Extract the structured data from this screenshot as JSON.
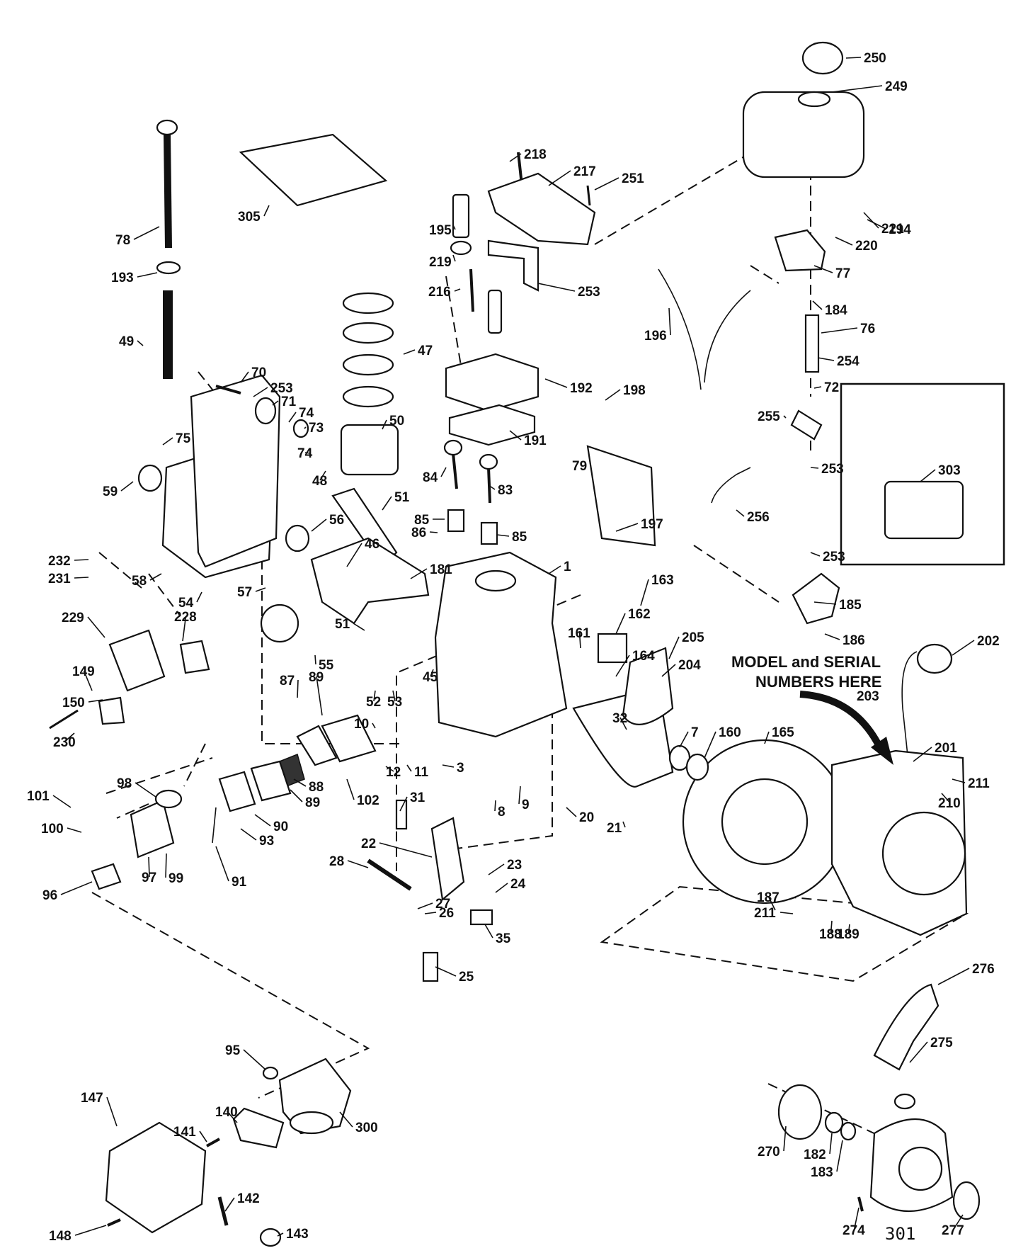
{
  "banner": {
    "line1": "MODEL and SERIAL",
    "line2": "NUMBERS HERE"
  },
  "labels": [
    "250",
    "249",
    "218",
    "217",
    "251",
    "305",
    "195",
    "221",
    "78",
    "220",
    "194",
    "219",
    "77",
    "193",
    "216",
    "253",
    "184",
    "76",
    "196",
    "254",
    "49",
    "47",
    "192",
    "72",
    "70",
    "253",
    "198",
    "71",
    "74",
    "303",
    "73",
    "50",
    "255",
    "75",
    "191",
    "59",
    "74",
    "48",
    "79",
    "84",
    "83",
    "253",
    "51",
    "85",
    "56",
    "197",
    "256",
    "46",
    "86",
    "85",
    "253",
    "232",
    "181",
    "1",
    "231",
    "58",
    "54",
    "57",
    "163",
    "185",
    "162",
    "229",
    "228",
    "51",
    "186",
    "161",
    "205",
    "202",
    "55",
    "164",
    "149",
    "204",
    "53",
    "45",
    "32",
    "150",
    "52",
    "10",
    "203",
    "87",
    "89",
    "201",
    "7",
    "160",
    "165",
    "230",
    "12",
    "11",
    "3",
    "211",
    "98",
    "88",
    "102",
    "210",
    "89",
    "9",
    "101",
    "8",
    "31",
    "21",
    "100",
    "20",
    "90",
    "93",
    "99",
    "91",
    "22",
    "28",
    "23",
    "97",
    "24",
    "96",
    "187",
    "27",
    "26",
    "35",
    "211",
    "188",
    "189",
    "25",
    "276",
    "95",
    "275",
    "140",
    "141",
    "300",
    "147",
    "270",
    "182",
    "183",
    "274",
    "277",
    "142",
    "148",
    "143"
  ],
  "figure_number": "301"
}
